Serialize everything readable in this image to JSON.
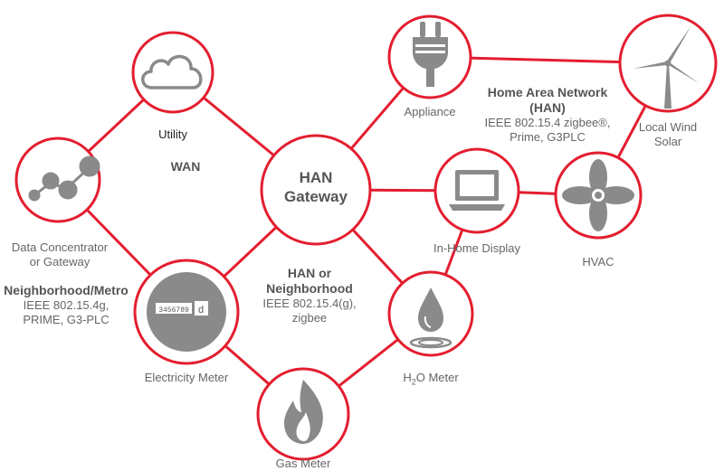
{
  "colors": {
    "accent": "#e31e2f",
    "icon": "#8a8a8a",
    "text": "#666666"
  },
  "gateway": {
    "line1": "HAN",
    "line2": "Gateway"
  },
  "nodes": {
    "utility": {
      "label": "Utility",
      "icon": "cloud-icon"
    },
    "concentrator": {
      "label_line1": "Data Concentrator",
      "label_line2": "or Gateway",
      "icon": "network-nodes-icon"
    },
    "appliance": {
      "label": "Appliance",
      "icon": "plug-icon"
    },
    "wind": {
      "label_line1": "Local Wind",
      "label_line2": "Solar",
      "icon": "wind-turbine-icon"
    },
    "display": {
      "label": "In-Home Display",
      "icon": "laptop-icon"
    },
    "hvac": {
      "label": "HVAC",
      "icon": "fan-icon"
    },
    "electricity": {
      "label": "Electricity Meter",
      "icon": "electric-meter-icon",
      "reading": "3456789"
    },
    "water": {
      "label_pre": "H",
      "label_sub": "2",
      "label_post": "O Meter",
      "icon": "water-drop-icon"
    },
    "gas": {
      "label": "Gas Meter",
      "icon": "flame-icon"
    }
  },
  "sections": {
    "wan": {
      "title": "WAN"
    },
    "han": {
      "title_line1": "Home Area Network",
      "title_line2": "(HAN)",
      "desc_line1": "IEEE 802.15.4 zigbee®,",
      "desc_line2": "Prime, G3PLC"
    },
    "neighborhood_metro": {
      "title": "Neighborhood/Metro",
      "desc_line1": "IEEE 802.15.4g,",
      "desc_line2": "PRIME, G3-PLC"
    },
    "han_neighborhood": {
      "title_line1": "HAN or",
      "title_line2": "Neighborhood",
      "desc_line1": "IEEE 802.15.4(g),",
      "desc_line2": "zigbee"
    }
  }
}
